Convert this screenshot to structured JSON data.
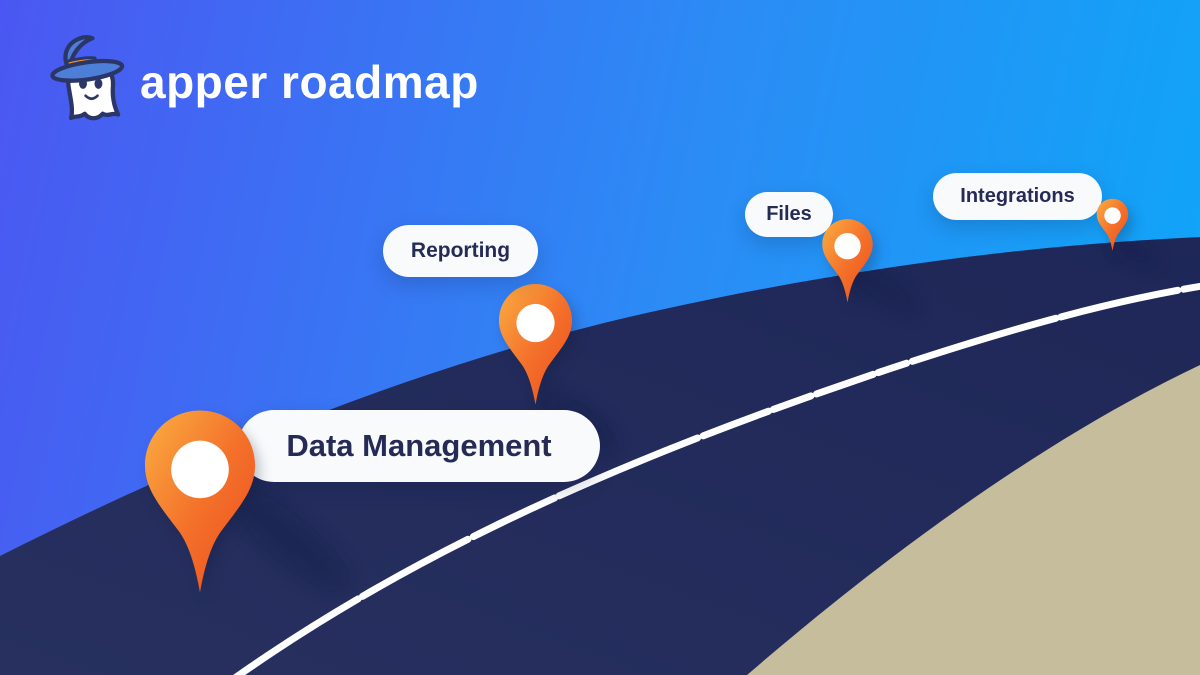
{
  "brand": {
    "name": "apper roadmap",
    "mascot": "wizard-ghost-mascot"
  },
  "milestones": [
    {
      "id": "data-management",
      "label": "Data Management"
    },
    {
      "id": "reporting",
      "label": "Reporting"
    },
    {
      "id": "files",
      "label": "Files"
    },
    {
      "id": "integrations",
      "label": "Integrations"
    }
  ],
  "theme": {
    "sky_gradient_start": "#4b57f2",
    "sky_gradient_mid": "#2b8cf5",
    "sky_gradient_end": "#0ca8f8",
    "road_navy": "#222a5c",
    "road_center_line": "#ffffff",
    "land_tan": "#c5bd9c",
    "pin_orange_light": "#faae42",
    "pin_orange_deep": "#ec4b1c",
    "pill_background": "#f8fafc",
    "pill_text_navy": "#262b56",
    "logo_text": "#ffffff",
    "hat_blue": "#4d7fd8",
    "hat_band_orange": "#f7941e",
    "outline_navy": "#2b3666"
  }
}
